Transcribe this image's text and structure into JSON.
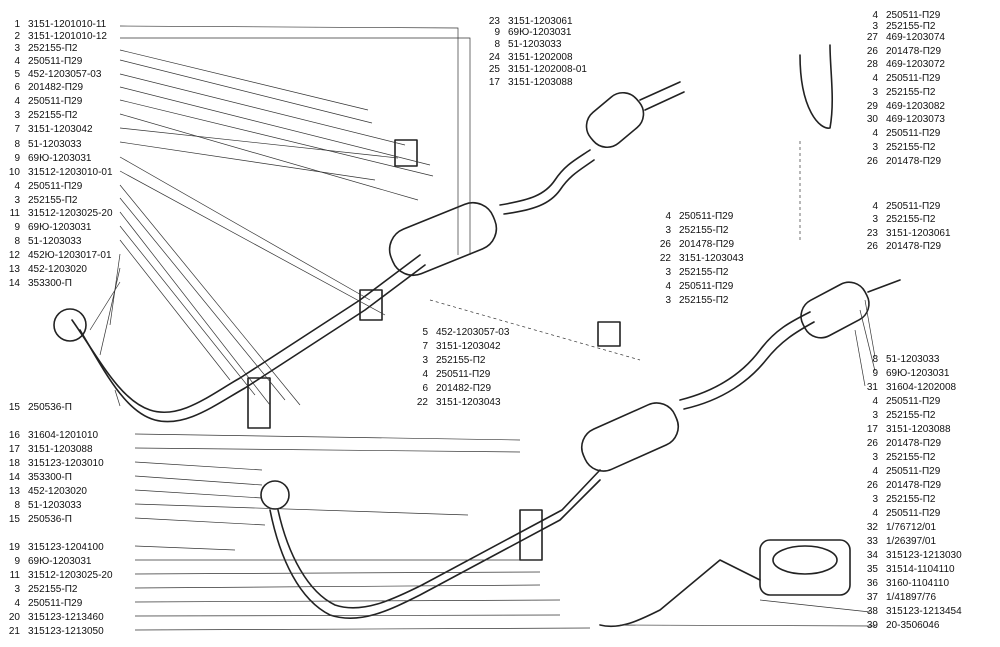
{
  "callouts": {
    "left": [
      {
        "num": "1",
        "code": "3151-1201010-11"
      },
      {
        "num": "2",
        "code": "3151-1201010-12"
      },
      {
        "num": "3",
        "code": "252155-П2"
      },
      {
        "num": "4",
        "code": "250511-П29"
      },
      {
        "num": "5",
        "code": "452-1203057-03"
      },
      {
        "num": "6",
        "code": "201482-П29"
      },
      {
        "num": "4",
        "code": "250511-П29"
      },
      {
        "num": "3",
        "code": "252155-П2"
      },
      {
        "num": "7",
        "code": "3151-1203042"
      },
      {
        "num": "8",
        "code": "51-1203033"
      },
      {
        "num": "9",
        "code": "69Ю-1203031"
      },
      {
        "num": "10",
        "code": "31512-1203010-01"
      },
      {
        "num": "4",
        "code": "250511-П29"
      },
      {
        "num": "3",
        "code": "252155-П2"
      },
      {
        "num": "11",
        "code": "31512-1203025-20"
      },
      {
        "num": "9",
        "code": "69Ю-1203031"
      },
      {
        "num": "8",
        "code": "51-1203033"
      },
      {
        "num": "12",
        "code": "452Ю-1203017-01"
      },
      {
        "num": "13",
        "code": "452-1203020"
      },
      {
        "num": "14",
        "code": "353300-П"
      },
      {
        "num": "15",
        "code": "250536-П"
      },
      {
        "num": "16",
        "code": "31604-1201010"
      },
      {
        "num": "17",
        "code": "3151-1203088"
      },
      {
        "num": "18",
        "code": "315123-1203010"
      },
      {
        "num": "14",
        "code": "353300-П"
      },
      {
        "num": "13",
        "code": "452-1203020"
      },
      {
        "num": "8",
        "code": "51-1203033"
      },
      {
        "num": "15",
        "code": "250536-П"
      },
      {
        "num": "19",
        "code": "315123-1204100"
      },
      {
        "num": "9",
        "code": "69Ю-1203031"
      },
      {
        "num": "11",
        "code": "31512-1203025-20"
      },
      {
        "num": "3",
        "code": "252155-П2"
      },
      {
        "num": "4",
        "code": "250511-П29"
      },
      {
        "num": "20",
        "code": "315123-1213460"
      },
      {
        "num": "21",
        "code": "315123-1213050"
      }
    ],
    "top_center": [
      {
        "num": "23",
        "code": "3151-1203061"
      },
      {
        "num": "9",
        "code": "69Ю-1203031"
      },
      {
        "num": "8",
        "code": "51-1203033"
      },
      {
        "num": "24",
        "code": "3151-1202008"
      },
      {
        "num": "25",
        "code": "3151-1202008-01"
      },
      {
        "num": "17",
        "code": "3151-1203088"
      }
    ],
    "top_right": [
      {
        "num": "4",
        "code": "250511-П29"
      },
      {
        "num": "3",
        "code": "252155-П2"
      },
      {
        "num": "27",
        "code": "469-1203074"
      },
      {
        "num": "26",
        "code": "201478-П29"
      },
      {
        "num": "28",
        "code": "469-1203072"
      },
      {
        "num": "4",
        "code": "250511-П29"
      },
      {
        "num": "3",
        "code": "252155-П2"
      },
      {
        "num": "29",
        "code": "469-1203082"
      },
      {
        "num": "30",
        "code": "469-1203073"
      },
      {
        "num": "4",
        "code": "250511-П29"
      },
      {
        "num": "3",
        "code": "252155-П2"
      },
      {
        "num": "26",
        "code": "201478-П29"
      }
    ],
    "middle": [
      {
        "num": "4",
        "code": "250511-П29"
      },
      {
        "num": "3",
        "code": "252155-П2"
      },
      {
        "num": "26",
        "code": "201478-П29"
      },
      {
        "num": "22",
        "code": "3151-1203043"
      },
      {
        "num": "3",
        "code": "252155-П2"
      },
      {
        "num": "4",
        "code": "250511-П29"
      },
      {
        "num": "3",
        "code": "252155-П2"
      }
    ],
    "center_lower": [
      {
        "num": "5",
        "code": "452-1203057-03"
      },
      {
        "num": "7",
        "code": "3151-1203042"
      },
      {
        "num": "3",
        "code": "252155-П2"
      },
      {
        "num": "4",
        "code": "250511-П29"
      },
      {
        "num": "6",
        "code": "201482-П29"
      },
      {
        "num": "22",
        "code": "3151-1203043"
      }
    ],
    "right_mid": [
      {
        "num": "4",
        "code": "250511-П29"
      },
      {
        "num": "3",
        "code": "252155-П2"
      },
      {
        "num": "23",
        "code": "3151-1203061"
      },
      {
        "num": "26",
        "code": "201478-П29"
      }
    ],
    "right_lower": [
      {
        "num": "8",
        "code": "51-1203033"
      },
      {
        "num": "9",
        "code": "69Ю-1203031"
      },
      {
        "num": "31",
        "code": "31604-1202008"
      },
      {
        "num": "4",
        "code": "250511-П29"
      },
      {
        "num": "3",
        "code": "252155-П2"
      },
      {
        "num": "17",
        "code": "3151-1203088"
      },
      {
        "num": "26",
        "code": "201478-П29"
      },
      {
        "num": "3",
        "code": "252155-П2"
      },
      {
        "num": "4",
        "code": "250511-П29"
      },
      {
        "num": "26",
        "code": "201478-П29"
      },
      {
        "num": "3",
        "code": "252155-П2"
      },
      {
        "num": "4",
        "code": "250511-П29"
      },
      {
        "num": "32",
        "code": "1/76712/01"
      },
      {
        "num": "33",
        "code": "1/26397/01"
      },
      {
        "num": "34",
        "code": "315123-1213030"
      },
      {
        "num": "35",
        "code": "31514-1104110"
      },
      {
        "num": "36",
        "code": "3160-1104110"
      },
      {
        "num": "37",
        "code": "1/41897/76"
      },
      {
        "num": "38",
        "code": "315123-1213454"
      },
      {
        "num": "39",
        "code": "20-3506046"
      }
    ]
  }
}
